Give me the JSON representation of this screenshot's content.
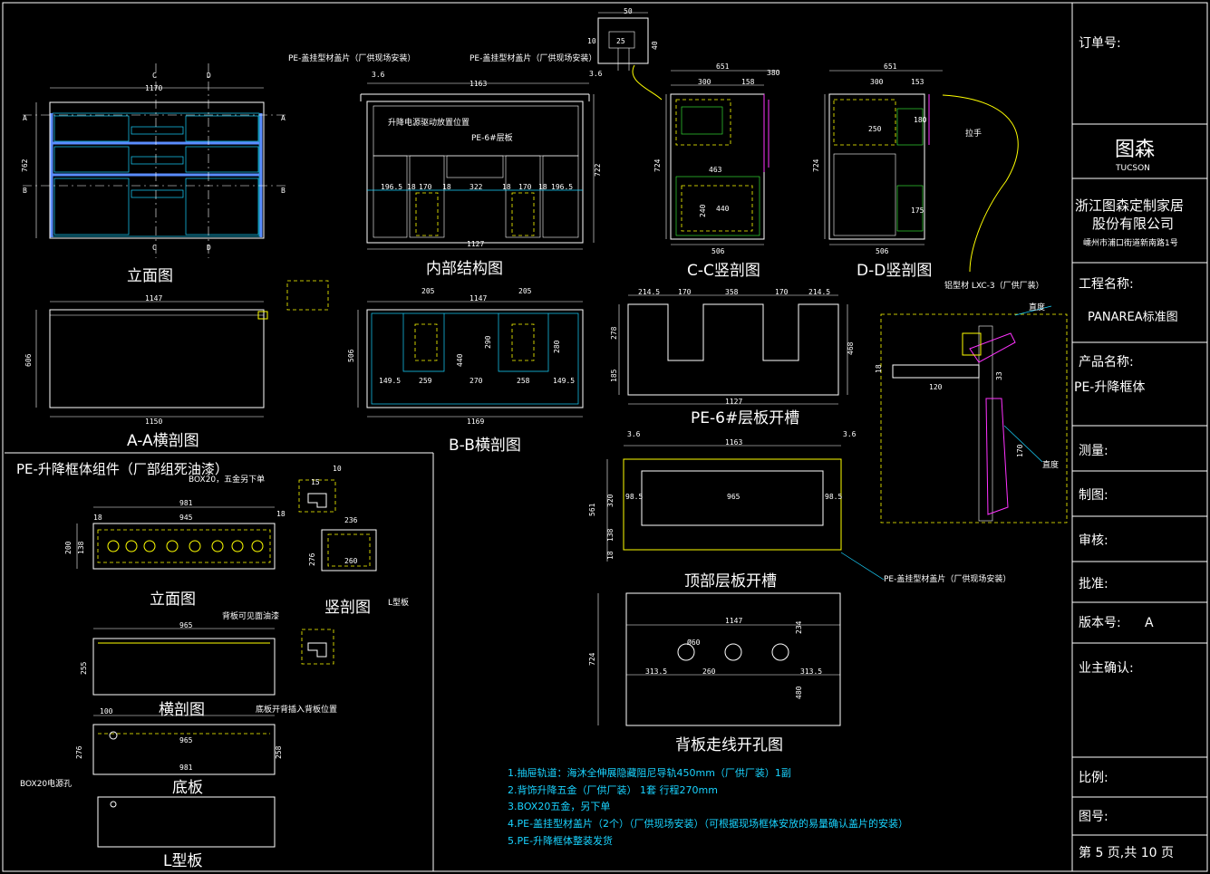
{
  "views": {
    "elevation": {
      "title": "立面图",
      "width": "1170",
      "height": "762",
      "section_a": "A",
      "section_b": "B",
      "section_c": "C",
      "section_d": "D"
    },
    "internal": {
      "title": "内部结构图",
      "note_left": "PE-盖挂型材盖片（厂供现场安装）",
      "note_right": "PE-盖挂型材盖片（厂供现场安装）",
      "note_motor": "升降电源驱动放置位置",
      "note_shelf": "PE-6#层板",
      "top_dim": "1163",
      "bottom_dim": "1127",
      "height": "722",
      "offset": "3.6",
      "segments": [
        "196.5",
        "18",
        "170",
        "18",
        "322",
        "18",
        "170",
        "18",
        "196.5"
      ]
    },
    "section_cc": {
      "title": "C-C竖剖图",
      "top_dim": "651",
      "bottom_dim": "506",
      "height": "724",
      "inner": [
        "300",
        "158",
        "380",
        "463",
        "440",
        "240"
      ]
    },
    "section_dd": {
      "title": "D-D竖剖图",
      "top_dim": "651",
      "bottom_dim": "506",
      "height": "724",
      "note": "拉手",
      "inner": [
        "300",
        "153",
        "250",
        "180",
        "175"
      ]
    },
    "section_aa": {
      "title": "A-A横剖图",
      "top_dim": "1147",
      "bottom_dim": "1150",
      "depth": "606"
    },
    "section_bb": {
      "title": "B-B横剖图",
      "top_dim": "1147",
      "bottom_dim": "1169",
      "depth": "506",
      "segments": [
        "205",
        "205",
        "149.5",
        "259",
        "270",
        "258",
        "149.5",
        "440",
        "280",
        "290"
      ]
    },
    "shelf_slot": {
      "title": "PE-6#层板开槽",
      "top_segments": [
        "214.5",
        "170",
        "358",
        "170",
        "214.5"
      ],
      "bottom_dim": "1127",
      "left_dims": [
        "278",
        "185"
      ],
      "right_dim": "468"
    },
    "top_slot": {
      "title": "顶部层板开槽",
      "top_dim": "1163",
      "left_offset": "3.6",
      "right_offset": "3.6",
      "inner": "965",
      "left_inner": "98.5",
      "right_inner": "98.5",
      "left_dims": [
        "320",
        "138",
        "18"
      ],
      "total": "561"
    },
    "back_panel": {
      "title": "背板走线开孔图",
      "top_dim": "1147",
      "segments": [
        "313.5",
        "260",
        "313.5"
      ],
      "height": "724",
      "bottom": "480",
      "right": "234",
      "hole": "Ø60"
    },
    "profile": {
      "note_top": "铝型材 LXC-3（厂供厂装）",
      "note_bevel": "直度",
      "note_bevel2": "直度",
      "dim_120": "120",
      "dim_18": "18",
      "dim_33": "33",
      "dim_170": "170",
      "cover_note": "PE-盖挂型材盖片（厂供现场安装）"
    },
    "small_detail": {
      "dims": [
        "50",
        "25",
        "10",
        "40",
        "3.6"
      ]
    },
    "assembly": {
      "title": "PE-升降框体组件（厂部组死油漆）",
      "elev_title": "立面图",
      "vert_title": "竖剖图",
      "cross_title": "横剖图",
      "bottom_title": "底板",
      "lplate_title": "L型板",
      "note_box": "BOX20，五金另下单",
      "note_back": "背板可见面油漆",
      "note_bottom": "底板开背插入背板位置",
      "note_box2": "BOX20电源孔",
      "note_lplate": "L型板",
      "elev_dims": [
        "981",
        "945",
        "18",
        "18",
        "200",
        "138"
      ],
      "cross_dims": [
        "965",
        "255"
      ],
      "bottom_dims": [
        "100",
        "965",
        "981",
        "276",
        "258"
      ],
      "vert_dims": [
        "15",
        "10",
        "236",
        "276",
        "260"
      ]
    }
  },
  "notes": [
    "1.抽屉轨道：海沐全伸展隐藏阻尼导轨450mm（厂供厂装）1副",
    "2.背饰升降五金（厂供厂装） 1套 行程270mm",
    "3.BOX20五金，另下单",
    "4.PE-盖挂型材盖片（2个）（厂供现场安装）（可根据现场框体安放的易量确认盖片的安装）",
    "5.PE-升降框体整装发货"
  ],
  "title_block": {
    "order_label": "订单号:",
    "logo_cn": "图森",
    "logo_en": "TUCSON",
    "company_line1": "浙江图森定制家居",
    "company_line2": "股份有限公司",
    "address": "嵊州市浦口街道新南路1号",
    "project_label": "工程名称:",
    "project_value": "PANAREA标准图",
    "product_label": "产品名称:",
    "product_value": "PE-升降框体",
    "measure_label": "测量:",
    "draw_label": "制图:",
    "review_label": "审核:",
    "approve_label": "批准:",
    "version_label": "版本号:",
    "version_value": "A",
    "owner_label": "业主确认:",
    "scale_label": "比例:",
    "drawing_no_label": "图号:",
    "page": "第 5 页,共 10 页"
  },
  "colors": {
    "background": "#000000",
    "line": "#ffffff",
    "cyan": "#19d3ff",
    "green": "#3cff3c",
    "yellow": "#ffff00",
    "magenta": "#ff33ff"
  }
}
